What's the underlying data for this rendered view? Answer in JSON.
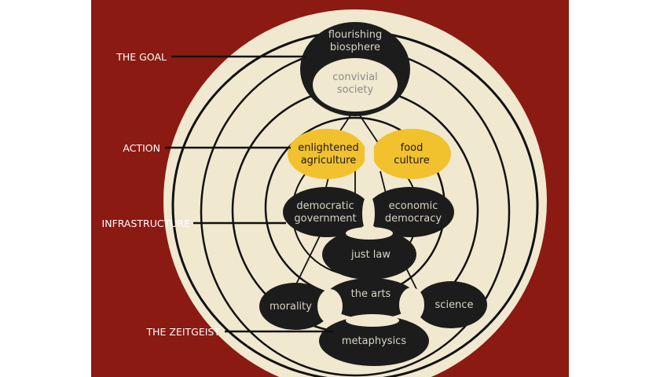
{
  "colors": {
    "background": "#8b1a12",
    "outer_margin": "#ffffff",
    "disc": "#f0e8cf",
    "ring_line": "#111111",
    "dark_node": "#1c1c1c",
    "light_text": "#d8d3c4",
    "gold_node": "#f2c12e",
    "gold_text": "#1a1a1a",
    "cream_node_text": "#8a8a8a",
    "label_text": "#ffffff"
  },
  "levels": [
    {
      "id": "goal",
      "label": "THE GOAL"
    },
    {
      "id": "action",
      "label": "ACTION"
    },
    {
      "id": "infrastructure",
      "label": "INFRASTRUCTURE"
    },
    {
      "id": "zeitgeist",
      "label": "THE ZEITGEIST"
    }
  ],
  "nodes": {
    "flourishing_biosphere": {
      "lines": [
        "flourishing",
        "biosphere"
      ]
    },
    "convivial_society": {
      "lines": [
        "convivial",
        "society"
      ]
    },
    "enlightened_agriculture": {
      "lines": [
        "enlightened",
        "agriculture"
      ]
    },
    "food_culture": {
      "lines": [
        "food",
        "culture"
      ]
    },
    "democratic_government": {
      "lines": [
        "democratic",
        "government"
      ]
    },
    "economic_democracy": {
      "lines": [
        "economic",
        "democracy"
      ]
    },
    "just_law": {
      "lines": [
        "just law"
      ]
    },
    "the_arts": {
      "lines": [
        "the arts"
      ]
    },
    "morality": {
      "lines": [
        "morality"
      ]
    },
    "science": {
      "lines": [
        "science"
      ]
    },
    "metaphysics": {
      "lines": [
        "metaphysics"
      ]
    }
  }
}
